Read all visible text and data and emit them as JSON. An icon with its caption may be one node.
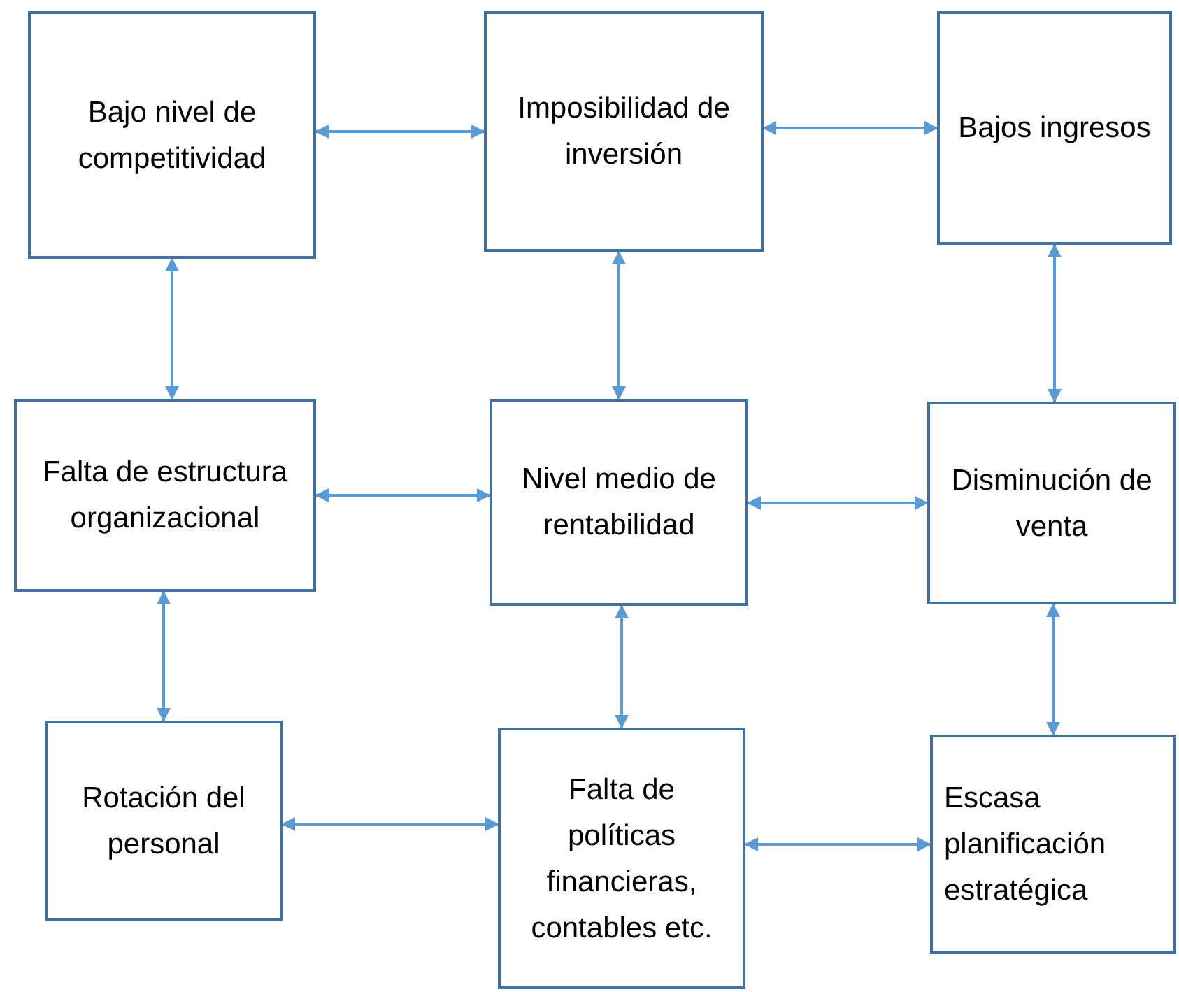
{
  "diagram": {
    "nodes": [
      {
        "text": [
          "Bajo nivel de competitividad"
        ]
      },
      {
        "text": [
          "Imposibilidad de inversión"
        ]
      },
      {
        "text": [
          "Bajos ingresos"
        ]
      },
      {
        "text": [
          "Falta de estructura organizacional"
        ]
      },
      {
        "text": [
          "Nivel medio de rentabilidad"
        ]
      },
      {
        "text": [
          "Disminución de venta"
        ]
      },
      {
        "text": [
          "Rotación del personal"
        ]
      },
      {
        "text": [
          "Falta de políticas financieras, contables etc."
        ]
      },
      {
        "text": [
          "Escasa planificación estratégica"
        ]
      }
    ],
    "edges": [
      {
        "from": 0,
        "to": 1,
        "arrow": "both"
      },
      {
        "from": 1,
        "to": 2,
        "arrow": "both"
      },
      {
        "from": 0,
        "to": 3,
        "arrow": "both"
      },
      {
        "from": 1,
        "to": 4,
        "arrow": "both"
      },
      {
        "from": 2,
        "to": 5,
        "arrow": "both"
      },
      {
        "from": 3,
        "to": 4,
        "arrow": "both"
      },
      {
        "from": 4,
        "to": 5,
        "arrow": "both"
      },
      {
        "from": 3,
        "to": 6,
        "arrow": "both"
      },
      {
        "from": 4,
        "to": 7,
        "arrow": "both"
      },
      {
        "from": 5,
        "to": 8,
        "arrow": "both"
      },
      {
        "from": 6,
        "to": 7,
        "arrow": "both"
      },
      {
        "from": 7,
        "to": 8,
        "arrow": "both"
      }
    ]
  }
}
